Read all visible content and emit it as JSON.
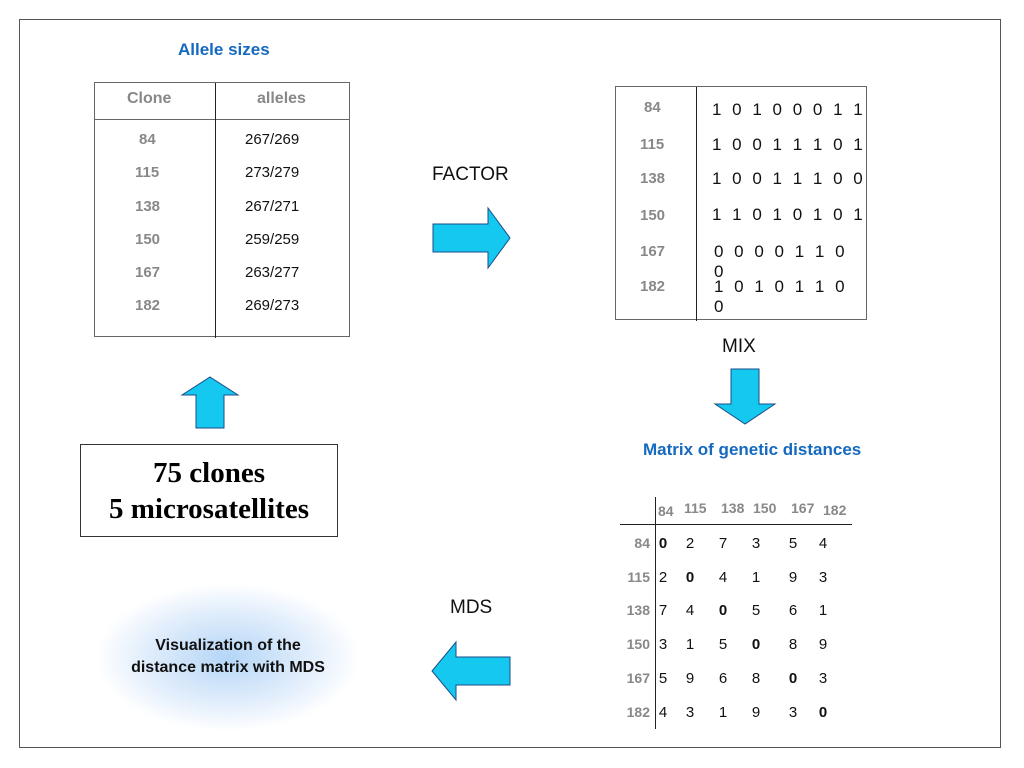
{
  "allele_section": {
    "title": "Allele sizes",
    "headers": [
      "Clone",
      "alleles"
    ],
    "rows": [
      {
        "clone": "84",
        "alleles": "267/269"
      },
      {
        "clone": "115",
        "alleles": "273/279"
      },
      {
        "clone": "138",
        "alleles": "267/271"
      },
      {
        "clone": "150",
        "alleles": "259/259"
      },
      {
        "clone": "167",
        "alleles": "263/277"
      },
      {
        "clone": "182",
        "alleles": "269/273"
      }
    ]
  },
  "binary_section": {
    "rows": [
      {
        "clone": "84",
        "code": "1 0 1 0 0 0 1 1"
      },
      {
        "clone": "115",
        "code": "1 0 0 1 1 1 0 1"
      },
      {
        "clone": "138",
        "code": "1 0 0 1 1 1 0 0"
      },
      {
        "clone": "150",
        "code": "1 1 0 1 0 1 0 1"
      },
      {
        "clone": "167",
        "code": "0 0 0 0 1 1 0 0"
      },
      {
        "clone": "182",
        "code": "1 0 1 0 1 1 0 0"
      }
    ]
  },
  "labels": {
    "factor": "FACTOR",
    "mix": "MIX",
    "mds": "MDS",
    "matrix_title": "Matrix of genetic distances"
  },
  "clones_box": {
    "line1": "75 clones",
    "line2": "5 microsatellites"
  },
  "distance_matrix": {
    "ids": [
      "84",
      "115",
      "138",
      "150",
      "167",
      "182"
    ],
    "values": [
      [
        "0",
        "2",
        "7",
        "3",
        "5",
        "4"
      ],
      [
        "2",
        "0",
        "4",
        "1",
        "9",
        "3"
      ],
      [
        "7",
        "4",
        "0",
        "5",
        "6",
        "1"
      ],
      [
        "3",
        "1",
        "5",
        "0",
        "8",
        "9"
      ],
      [
        "5",
        "9",
        "6",
        "8",
        "0",
        "3"
      ],
      [
        "4",
        "3",
        "1",
        "9",
        "3",
        "0"
      ]
    ]
  },
  "visualization": {
    "line1": "Visualization of the",
    "line2": "distance matrix with MDS"
  },
  "colors": {
    "arrow_fill": "#14c8f0",
    "arrow_stroke": "#1a4e8a",
    "title_blue": "#1569bf",
    "id_gray": "#888888"
  }
}
